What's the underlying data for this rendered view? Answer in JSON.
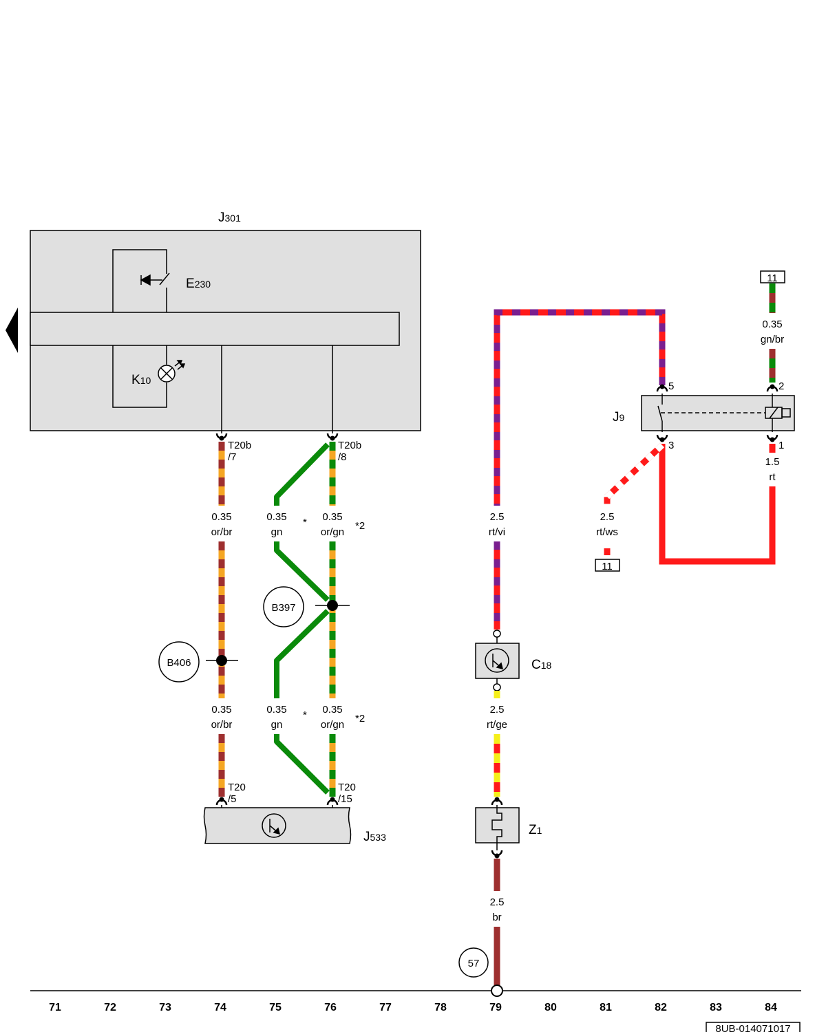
{
  "components": {
    "J301": {
      "name": "J",
      "sub": "301"
    },
    "E230": {
      "name": "E",
      "sub": "230"
    },
    "K10": {
      "name": "K",
      "sub": "10"
    },
    "J9": {
      "name": "J",
      "sub": "9"
    },
    "C18": {
      "name": "C",
      "sub": "18"
    },
    "Z1": {
      "name": "Z",
      "sub": "1"
    },
    "J533": {
      "name": "J",
      "sub": "533"
    }
  },
  "connectors": {
    "t20b_7": [
      "T20b",
      "/7"
    ],
    "t20b_8": [
      "T20b",
      "/8"
    ],
    "t20_5": [
      "T20",
      "/5"
    ],
    "t20_15": [
      "T20",
      "/15"
    ]
  },
  "pins": {
    "j9_5": "5",
    "j9_2": "2",
    "j9_3": "3",
    "j9_1": "1"
  },
  "wires": {
    "w74_top": [
      "0.35",
      "or/br"
    ],
    "w75_top": [
      "0.35",
      "gn"
    ],
    "w76_top": [
      "0.35",
      "or/gn"
    ],
    "w74_bot": [
      "0.35",
      "or/br"
    ],
    "w75_bot": [
      "0.35",
      "gn"
    ],
    "w76_bot": [
      "0.35",
      "or/gn"
    ],
    "w79_rtvi": [
      "2.5",
      "rt/vi"
    ],
    "w79_rtge": [
      "2.5",
      "rt/ge"
    ],
    "w79_br": [
      "2.5",
      "br"
    ],
    "w81_rtws": [
      "2.5",
      "rt/ws"
    ],
    "w84_rt": [
      "1.5",
      "rt"
    ],
    "w84_gnbr": [
      "0.35",
      "gn/br"
    ]
  },
  "notes": {
    "star_top": "*",
    "star2_top": "*2",
    "star_bot": "*",
    "star2_bot": "*2"
  },
  "splices": {
    "b397": "B397",
    "b406": "B406"
  },
  "ground": {
    "g57": "57"
  },
  "refs": {
    "ref_top": "11",
    "ref_bottom": "11"
  },
  "grid_numbers": [
    "71",
    "72",
    "73",
    "74",
    "75",
    "76",
    "77",
    "78",
    "79",
    "80",
    "81",
    "82",
    "83",
    "84"
  ],
  "doc_code": "8UB-014071017",
  "colors": {
    "orange": "#f5a623",
    "brown": "#9e2f2f",
    "green": "#0a8a0a",
    "red": "#ff1a1a",
    "violet": "#7a1f8f",
    "yellow": "#f5ef1a",
    "white": "#ffffff",
    "box_fill": "#e0e0e0"
  }
}
